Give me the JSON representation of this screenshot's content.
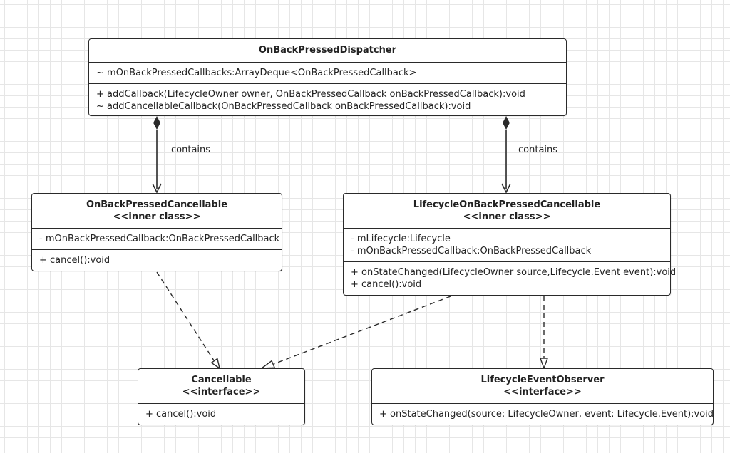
{
  "classes": {
    "dispatcher": {
      "name": "OnBackPressedDispatcher",
      "attributes": [
        "~ mOnBackPressedCallbacks:ArrayDeque<OnBackPressedCallback>"
      ],
      "methods": [
        "+ addCallback(LifecycleOwner owner, OnBackPressedCallback onBackPressedCallback):void",
        "~ addCancellableCallback(OnBackPressedCallback onBackPressedCallback):void"
      ]
    },
    "cancellable_inner": {
      "name": "OnBackPressedCancellable",
      "stereotype": "<<inner class>>",
      "attributes": [
        "- mOnBackPressedCallback:OnBackPressedCallback"
      ],
      "methods": [
        "+ cancel():void"
      ]
    },
    "lifecycle_inner": {
      "name": "LifecycleOnBackPressedCancellable",
      "stereotype": "<<inner class>>",
      "attributes": [
        "- mLifecycle:Lifecycle",
        "- mOnBackPressedCallback:OnBackPressedCallback"
      ],
      "methods": [
        "+ onStateChanged(LifecycleOwner source,Lifecycle.Event event):void",
        "+ cancel():void"
      ]
    },
    "cancellable": {
      "name": "Cancellable",
      "stereotype": "<<interface>>",
      "methods": [
        "+ cancel():void"
      ]
    },
    "observer": {
      "name": "LifecycleEventObserver",
      "stereotype": "<<interface>>",
      "methods": [
        "+ onStateChanged(source: LifecycleOwner, event: Lifecycle.Event):void"
      ]
    }
  },
  "relations": {
    "left_label": "contains",
    "right_label": "contains"
  }
}
